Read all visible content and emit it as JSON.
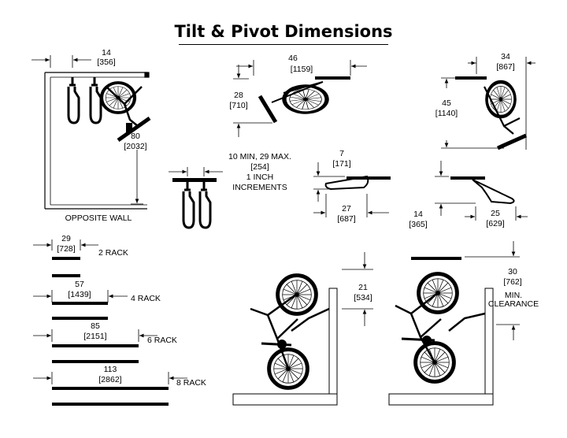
{
  "title": "Tilt & Pivot Dimensions",
  "views": {
    "side": {
      "width": {
        "in": "14",
        "mm": "[356]"
      },
      "height": {
        "in": "80",
        "mm": "[2032]"
      },
      "wall_label": "OPPOSITE WALL"
    },
    "top_left": {
      "width": {
        "in": "46",
        "mm": "[1159]"
      },
      "height": {
        "in": "28",
        "mm": "[710]"
      }
    },
    "top_right": {
      "width": {
        "in": "34",
        "mm": "[867]"
      },
      "height": {
        "in": "45",
        "mm": "[1140]"
      }
    },
    "spacing": {
      "lines": [
        "10 MIN, 29 MAX.",
        "[254]",
        "1 INCH",
        "INCREMENTS"
      ]
    },
    "folded_left": {
      "depth": {
        "in": "7",
        "mm": "[171]"
      },
      "length": {
        "in": "27",
        "mm": "[687]"
      }
    },
    "folded_right": {
      "depth": {
        "in": "14",
        "mm": "[365]"
      },
      "length": {
        "in": "25",
        "mm": "[629]"
      }
    },
    "wall_left": {
      "offset": {
        "in": "21",
        "mm": "[534]"
      }
    },
    "wall_right": {
      "clearance": {
        "in": "30",
        "mm": "[762]"
      },
      "clearance_lines": [
        "MIN.",
        "CLEARANCE"
      ]
    }
  },
  "racks": [
    {
      "width_in": "29",
      "width_mm": "[728]",
      "label": "2 RACK"
    },
    {
      "width_in": "57",
      "width_mm": "[1439]",
      "label": "4 RACK"
    },
    {
      "width_in": "85",
      "width_mm": "[2151]",
      "label": "6 RACK"
    },
    {
      "width_in": "113",
      "width_mm": "[2862]",
      "label": "8 RACK"
    }
  ]
}
